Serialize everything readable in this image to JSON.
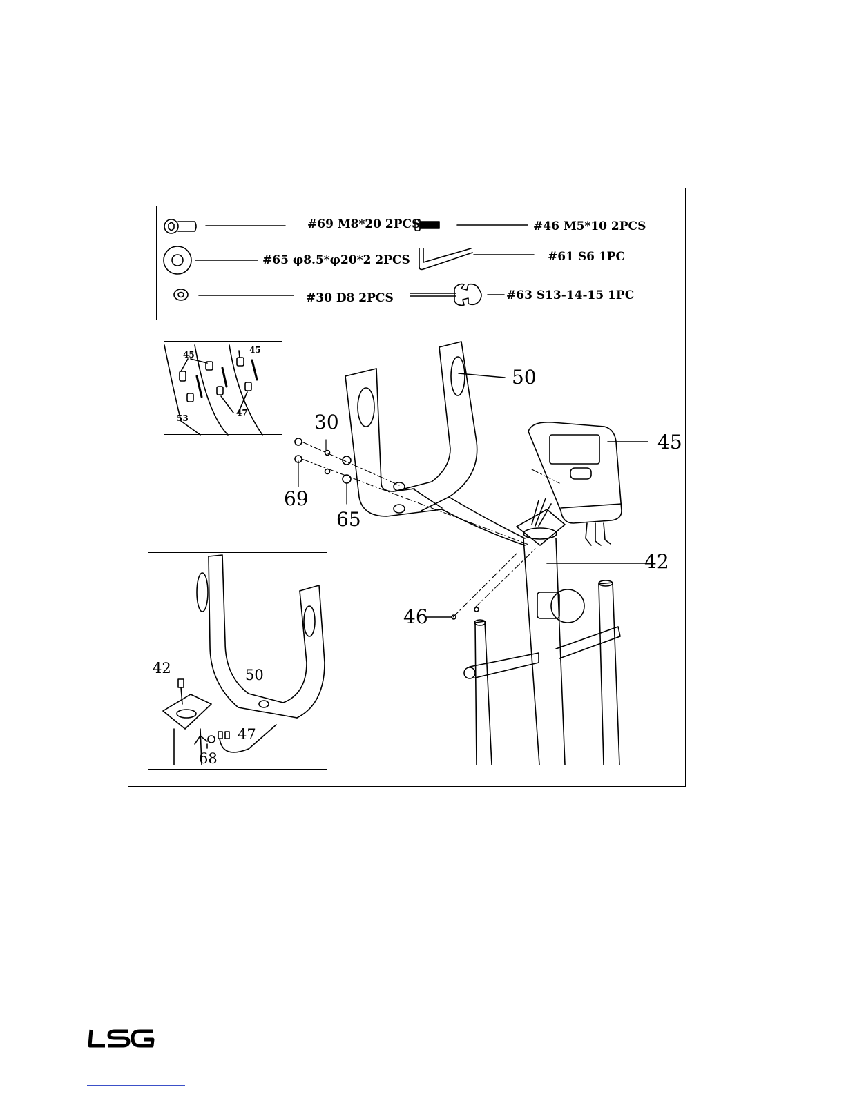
{
  "hardware": {
    "items": [
      {
        "label": "#69 M8*20 2PCS"
      },
      {
        "label": "#46 M5*10 2PCS"
      },
      {
        "label": "#65 φ8.5*φ20*2 2PCS"
      },
      {
        "label": "#61 S6  1PC"
      },
      {
        "label": "#30 D8 2PCS"
      },
      {
        "label": "#63 S13-14-15 1PC"
      }
    ]
  },
  "main_callouts": {
    "handlebar": "50",
    "console": "45",
    "washer_d8": "30",
    "bolt": "69",
    "flat_washer": "65",
    "upright_post": "42",
    "screw": "46"
  },
  "connector_inset": {
    "console_wire_left": "45",
    "console_wire_right": "45",
    "sensor_wire": "53",
    "handpulse_wire": "47"
  },
  "detail_inset": {
    "upright_post": "42",
    "handlebar": "50",
    "handpulse_wire": "47",
    "grommet": "68"
  },
  "brand": {
    "logo_text": "LSG",
    "link_color": "#3b50c8"
  }
}
